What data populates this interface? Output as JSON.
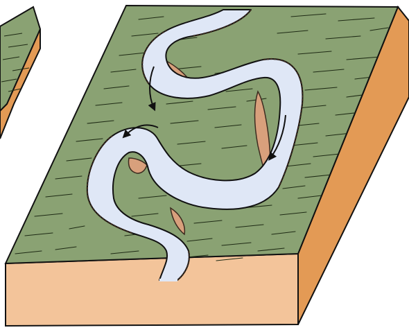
{
  "diagram": {
    "colors": {
      "floodplain": "#8aa273",
      "floodplain_texture": "#1e2a14",
      "block_side": "#f3c49a",
      "block_side_dark": "#e39a55",
      "river": "#dfe7f6",
      "point_bar": "#d8a07c",
      "cut_bank_edge": "#3b2b1f",
      "outline": "#111111",
      "arrow": "#111111"
    },
    "elements": [
      {
        "name": "left-partial-block"
      },
      {
        "name": "main-floodplain-block"
      },
      {
        "name": "meandering-river"
      },
      {
        "name": "point-bars"
      },
      {
        "name": "flow-direction-arrows"
      }
    ]
  }
}
